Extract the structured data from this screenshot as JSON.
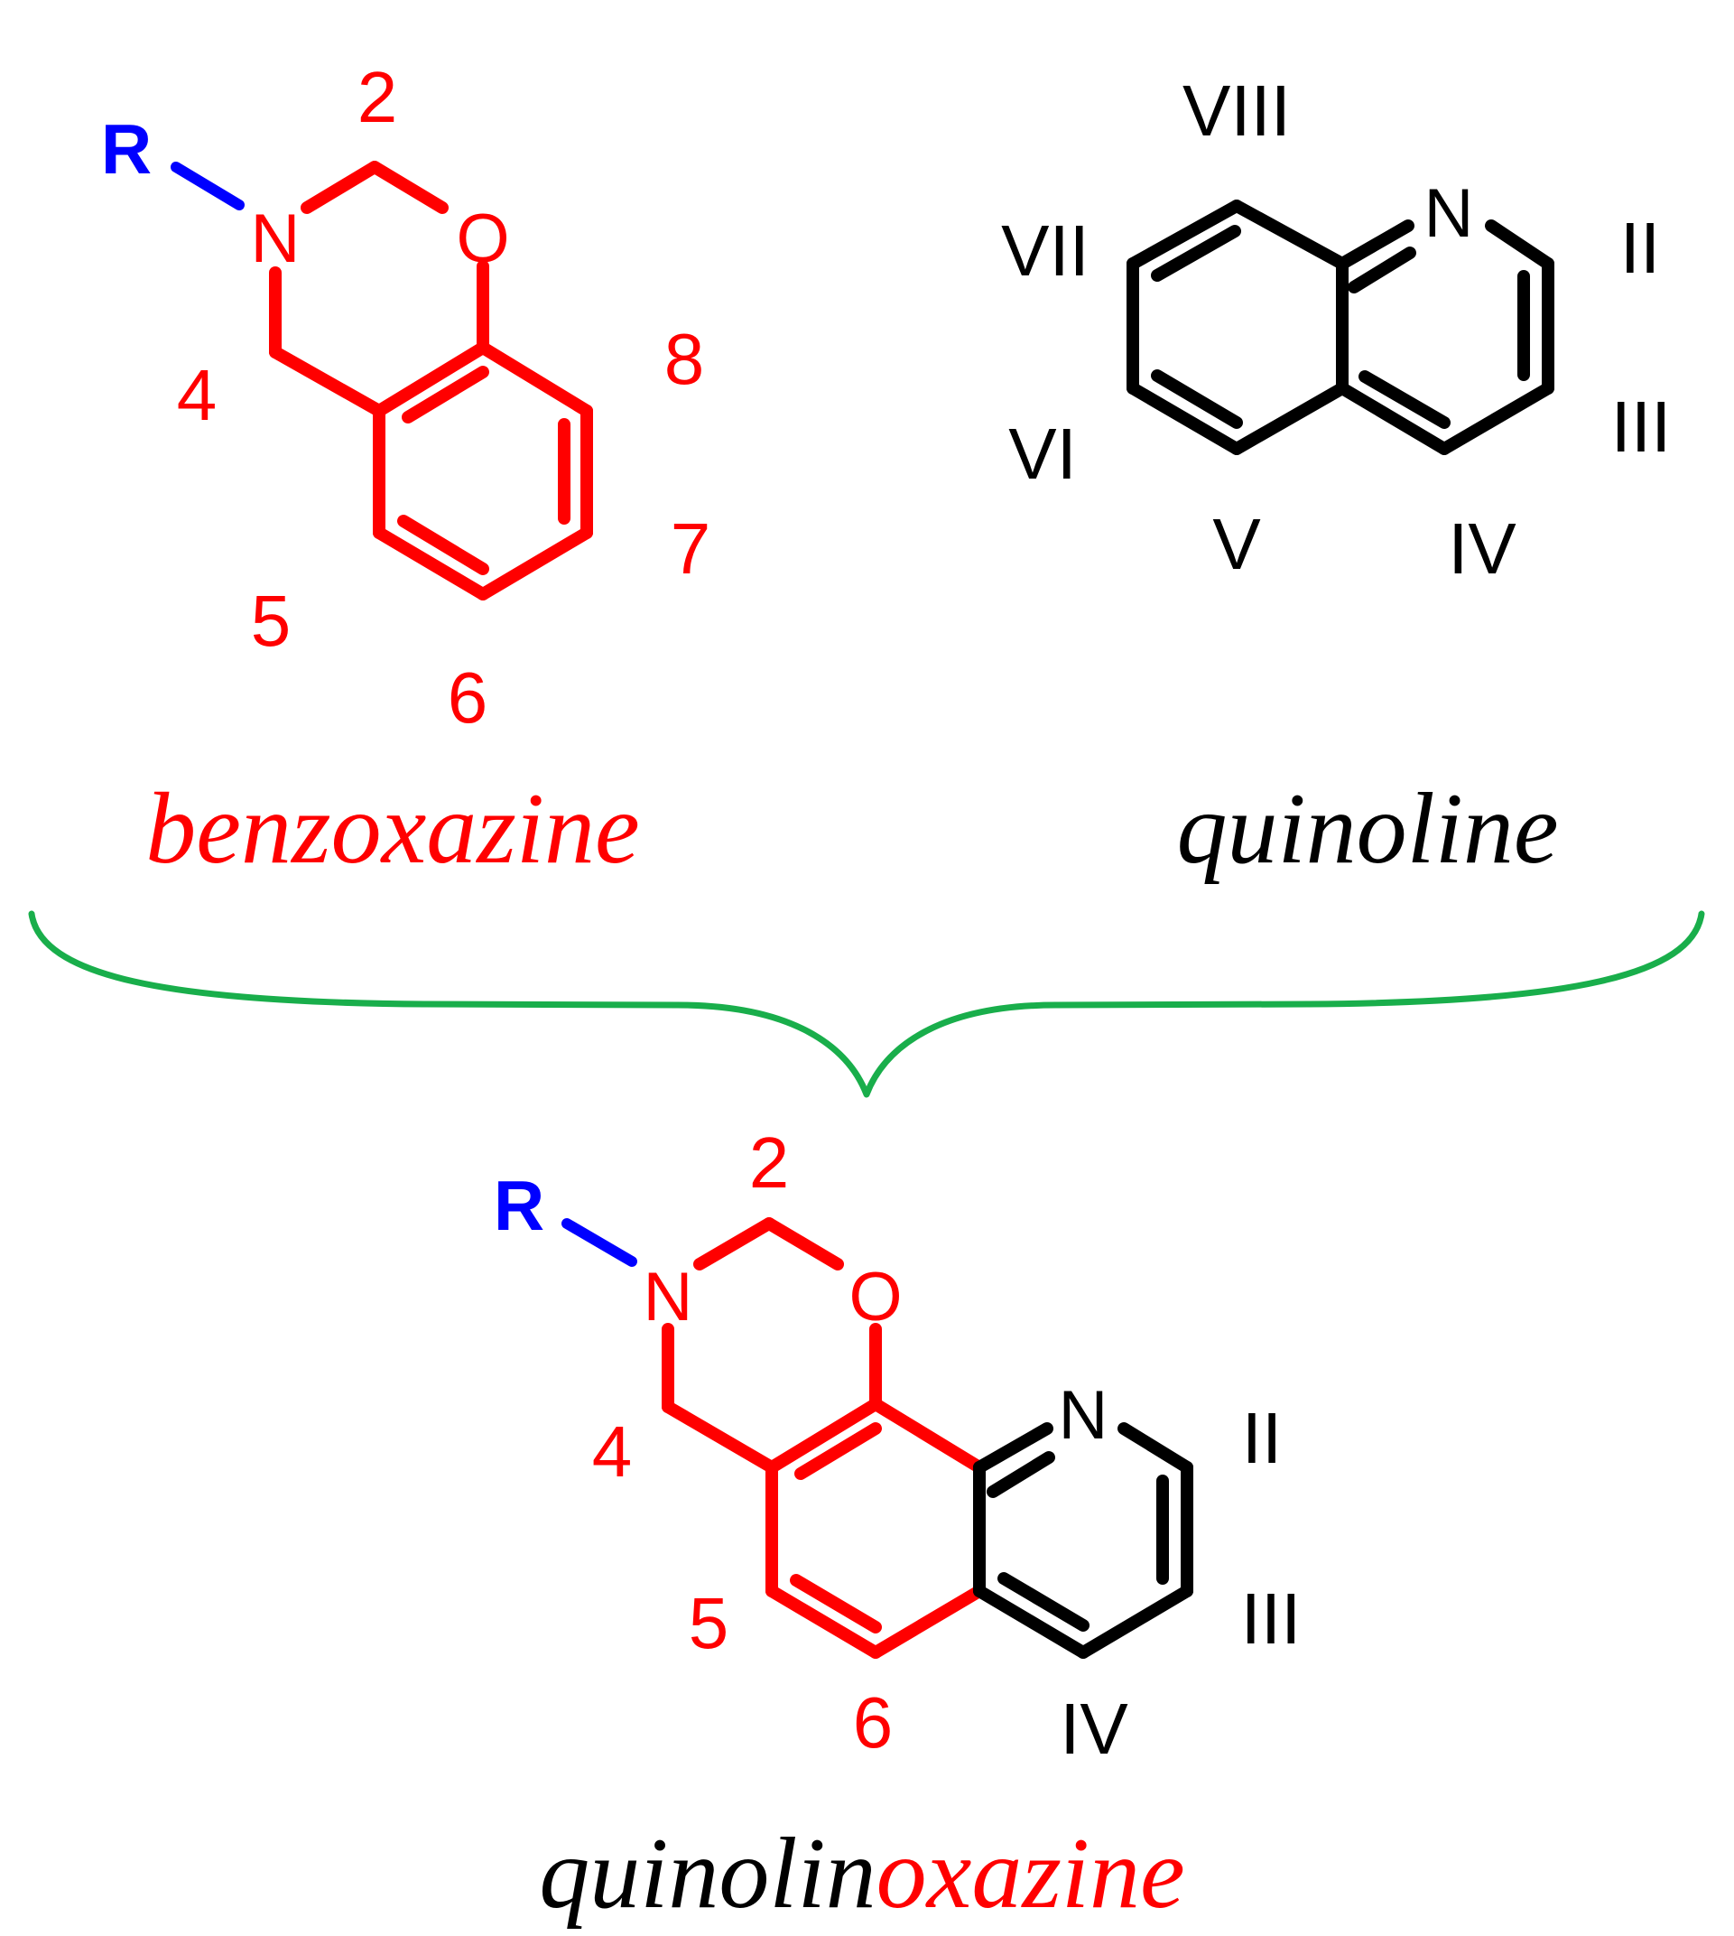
{
  "colors": {
    "benzoxazine": "#ff0000",
    "quinoline": "#000000",
    "substituent": "#0000ff",
    "brace": "#19ae4b",
    "background": "#ffffff"
  },
  "benzoxazine": {
    "substituent": "R",
    "atom_n": "N",
    "atom_o": "O",
    "positions": {
      "p2": "2",
      "p4": "4",
      "p5": "5",
      "p6": "6",
      "p7": "7",
      "p8": "8"
    },
    "name": "benzoxazine"
  },
  "quinoline": {
    "atom_n": "N",
    "positions": {
      "ii": "II",
      "iii": "III",
      "iv": "IV",
      "v": "V",
      "vi": "VI",
      "vii": "VII",
      "viii": "VIII"
    },
    "name": "quinoline"
  },
  "quinolinoxazine": {
    "substituent": "R",
    "atom_n_oxazine": "N",
    "atom_o": "O",
    "atom_n_pyridine": "N",
    "positions": {
      "p2": "2",
      "p4": "4",
      "p5": "5",
      "p6": "6",
      "ii": "II",
      "iii": "III",
      "iv": "IV"
    },
    "name_part1": "quinolin",
    "name_part2": "oxazine"
  }
}
